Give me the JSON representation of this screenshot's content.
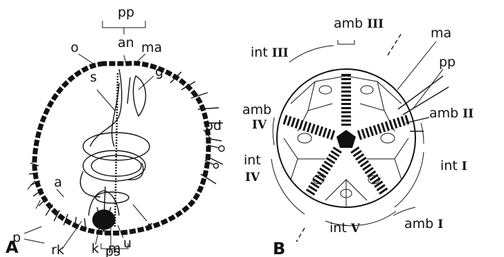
{
  "panels": {
    "A": {
      "letter": "A",
      "labels": {
        "pp": "pp",
        "an": "an",
        "o": "o",
        "ma": "ma",
        "s": "s",
        "g": "g",
        "pd": "pd",
        "a": "a",
        "p": "p",
        "rk": "rk",
        "k": "k",
        "m": "m",
        "u": "u",
        "r": "r",
        "ps": "ps"
      }
    },
    "B": {
      "letter": "B",
      "labels": {
        "amb_III": {
          "prefix": "amb",
          "numeral": "III"
        },
        "ma": "ma",
        "pp": "pp",
        "int_III": {
          "prefix": "int",
          "numeral": "III"
        },
        "amb_IV": {
          "prefix": "amb",
          "numeral": "IV"
        },
        "amb_II": {
          "prefix": "amb",
          "numeral": "II"
        },
        "int_IV": {
          "prefix": "int",
          "numeral": "IV"
        },
        "int_I": {
          "prefix": "int",
          "numeral": "I"
        },
        "int_V": {
          "prefix": "int",
          "numeral": "V"
        },
        "amb_I": {
          "prefix": "amb",
          "numeral": "I"
        }
      }
    }
  }
}
